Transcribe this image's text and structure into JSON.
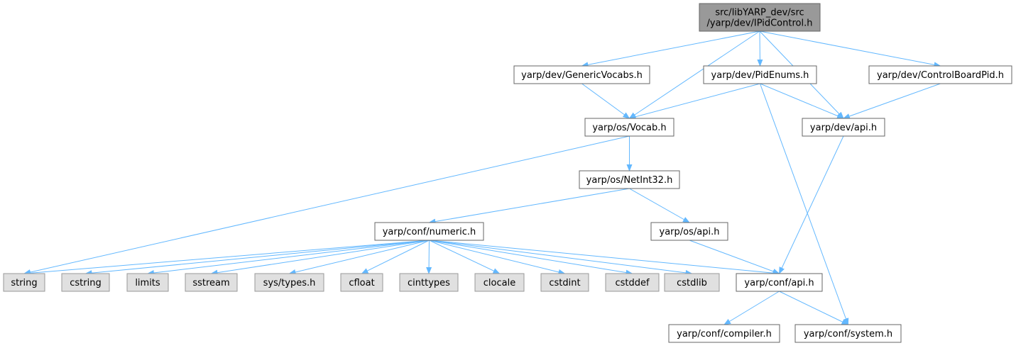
{
  "colors": {
    "edge": "#63b8ff",
    "root_fill": "#999999",
    "local_fill": "#ffffff",
    "external_fill": "#e0e0e0",
    "border": "#666666"
  },
  "nodes": [
    {
      "id": "root",
      "kind": "root",
      "lines": [
        "src/libYARP_dev/src",
        "/yarp/dev/IPidControl.h"
      ]
    },
    {
      "id": "genericvocabs",
      "kind": "local",
      "lines": [
        "yarp/dev/GenericVocabs.h"
      ]
    },
    {
      "id": "pidenums",
      "kind": "local",
      "lines": [
        "yarp/dev/PidEnums.h"
      ]
    },
    {
      "id": "controlboardpid",
      "kind": "local",
      "lines": [
        "yarp/dev/ControlBoardPid.h"
      ]
    },
    {
      "id": "vocab",
      "kind": "local",
      "lines": [
        "yarp/os/Vocab.h"
      ]
    },
    {
      "id": "devapi",
      "kind": "local",
      "lines": [
        "yarp/dev/api.h"
      ]
    },
    {
      "id": "netint32",
      "kind": "local",
      "lines": [
        "yarp/os/NetInt32.h"
      ]
    },
    {
      "id": "numeric",
      "kind": "local",
      "lines": [
        "yarp/conf/numeric.h"
      ]
    },
    {
      "id": "osapi",
      "kind": "local",
      "lines": [
        "yarp/os/api.h"
      ]
    },
    {
      "id": "string",
      "kind": "external",
      "lines": [
        "string"
      ]
    },
    {
      "id": "cstring",
      "kind": "external",
      "lines": [
        "cstring"
      ]
    },
    {
      "id": "limits",
      "kind": "external",
      "lines": [
        "limits"
      ]
    },
    {
      "id": "sstream",
      "kind": "external",
      "lines": [
        "sstream"
      ]
    },
    {
      "id": "systypes",
      "kind": "external",
      "lines": [
        "sys/types.h"
      ]
    },
    {
      "id": "cfloat",
      "kind": "external",
      "lines": [
        "cfloat"
      ]
    },
    {
      "id": "cinttypes",
      "kind": "external",
      "lines": [
        "cinttypes"
      ]
    },
    {
      "id": "clocale",
      "kind": "external",
      "lines": [
        "clocale"
      ]
    },
    {
      "id": "cstdint",
      "kind": "external",
      "lines": [
        "cstdint"
      ]
    },
    {
      "id": "cstddef",
      "kind": "external",
      "lines": [
        "cstddef"
      ]
    },
    {
      "id": "cstdlib",
      "kind": "external",
      "lines": [
        "cstdlib"
      ]
    },
    {
      "id": "confapi",
      "kind": "local",
      "lines": [
        "yarp/conf/api.h"
      ]
    },
    {
      "id": "compiler",
      "kind": "local",
      "lines": [
        "yarp/conf/compiler.h"
      ]
    },
    {
      "id": "system",
      "kind": "local",
      "lines": [
        "yarp/conf/system.h"
      ]
    }
  ],
  "edges": [
    {
      "from": "root",
      "to": "genericvocabs"
    },
    {
      "from": "root",
      "to": "vocab"
    },
    {
      "from": "root",
      "to": "pidenums"
    },
    {
      "from": "root",
      "to": "devapi"
    },
    {
      "from": "root",
      "to": "controlboardpid"
    },
    {
      "from": "genericvocabs",
      "to": "vocab"
    },
    {
      "from": "pidenums",
      "to": "vocab"
    },
    {
      "from": "pidenums",
      "to": "devapi"
    },
    {
      "from": "pidenums",
      "to": "system"
    },
    {
      "from": "controlboardpid",
      "to": "devapi"
    },
    {
      "from": "vocab",
      "to": "string"
    },
    {
      "from": "vocab",
      "to": "netint32"
    },
    {
      "from": "devapi",
      "to": "confapi"
    },
    {
      "from": "netint32",
      "to": "numeric"
    },
    {
      "from": "netint32",
      "to": "osapi"
    },
    {
      "from": "numeric",
      "to": "string"
    },
    {
      "from": "numeric",
      "to": "cstring"
    },
    {
      "from": "numeric",
      "to": "limits"
    },
    {
      "from": "numeric",
      "to": "sstream"
    },
    {
      "from": "numeric",
      "to": "systypes"
    },
    {
      "from": "numeric",
      "to": "cfloat"
    },
    {
      "from": "numeric",
      "to": "cinttypes"
    },
    {
      "from": "numeric",
      "to": "clocale"
    },
    {
      "from": "numeric",
      "to": "cstdint"
    },
    {
      "from": "numeric",
      "to": "cstddef"
    },
    {
      "from": "numeric",
      "to": "cstdlib"
    },
    {
      "from": "numeric",
      "to": "confapi"
    },
    {
      "from": "osapi",
      "to": "confapi"
    },
    {
      "from": "confapi",
      "to": "compiler"
    },
    {
      "from": "confapi",
      "to": "system"
    }
  ]
}
